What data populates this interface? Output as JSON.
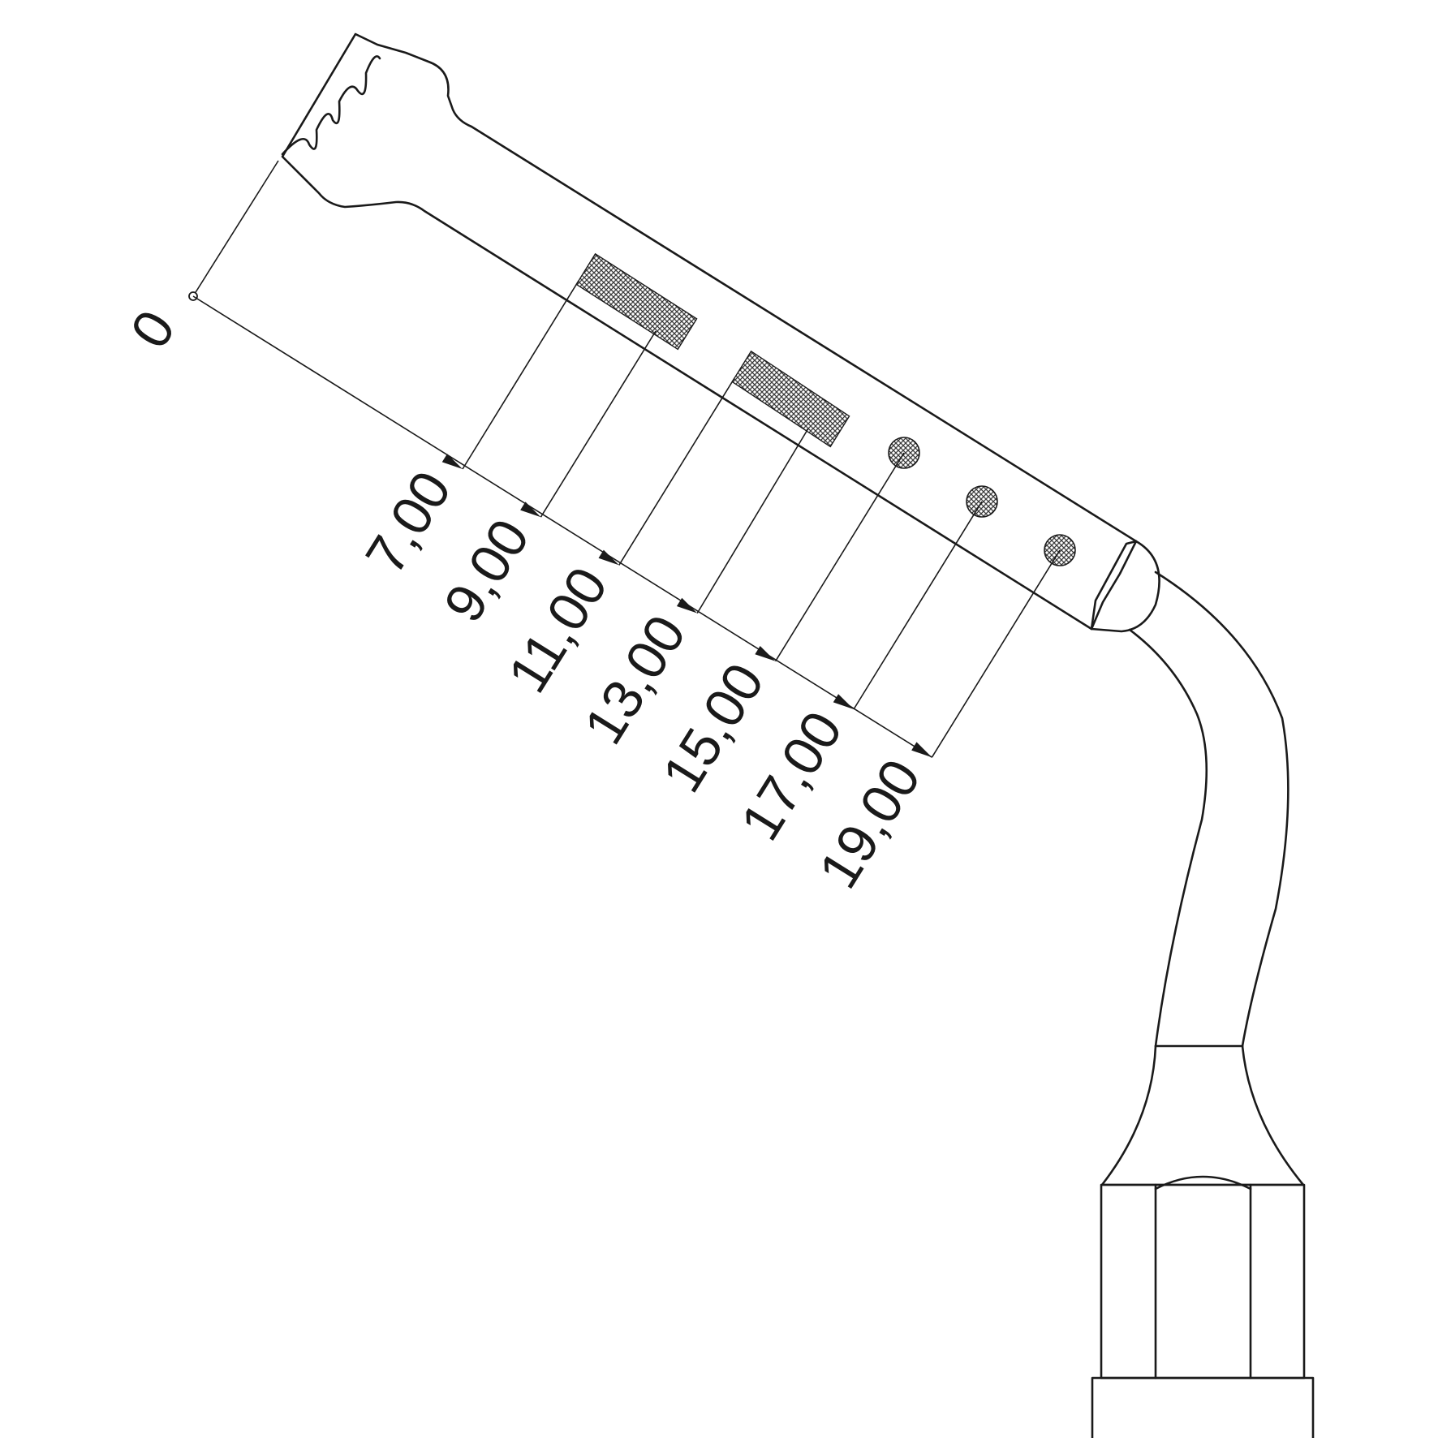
{
  "origin_label": "0",
  "marks": [
    {
      "label": "7,00",
      "value": 7,
      "kind": "band-start"
    },
    {
      "label": "9,00",
      "value": 9,
      "kind": "band-end"
    },
    {
      "label": "11,00",
      "value": 11,
      "kind": "band-start"
    },
    {
      "label": "13,00",
      "value": 13,
      "kind": "band-end"
    },
    {
      "label": "15,00",
      "value": 15,
      "kind": "dot"
    },
    {
      "label": "17,00",
      "value": 17,
      "kind": "dot"
    },
    {
      "label": "19,00",
      "value": 19,
      "kind": "dot"
    }
  ],
  "colors": {
    "line": "#1a1a1a",
    "hatch": "#3a3a3a",
    "background": "#ffffff"
  }
}
